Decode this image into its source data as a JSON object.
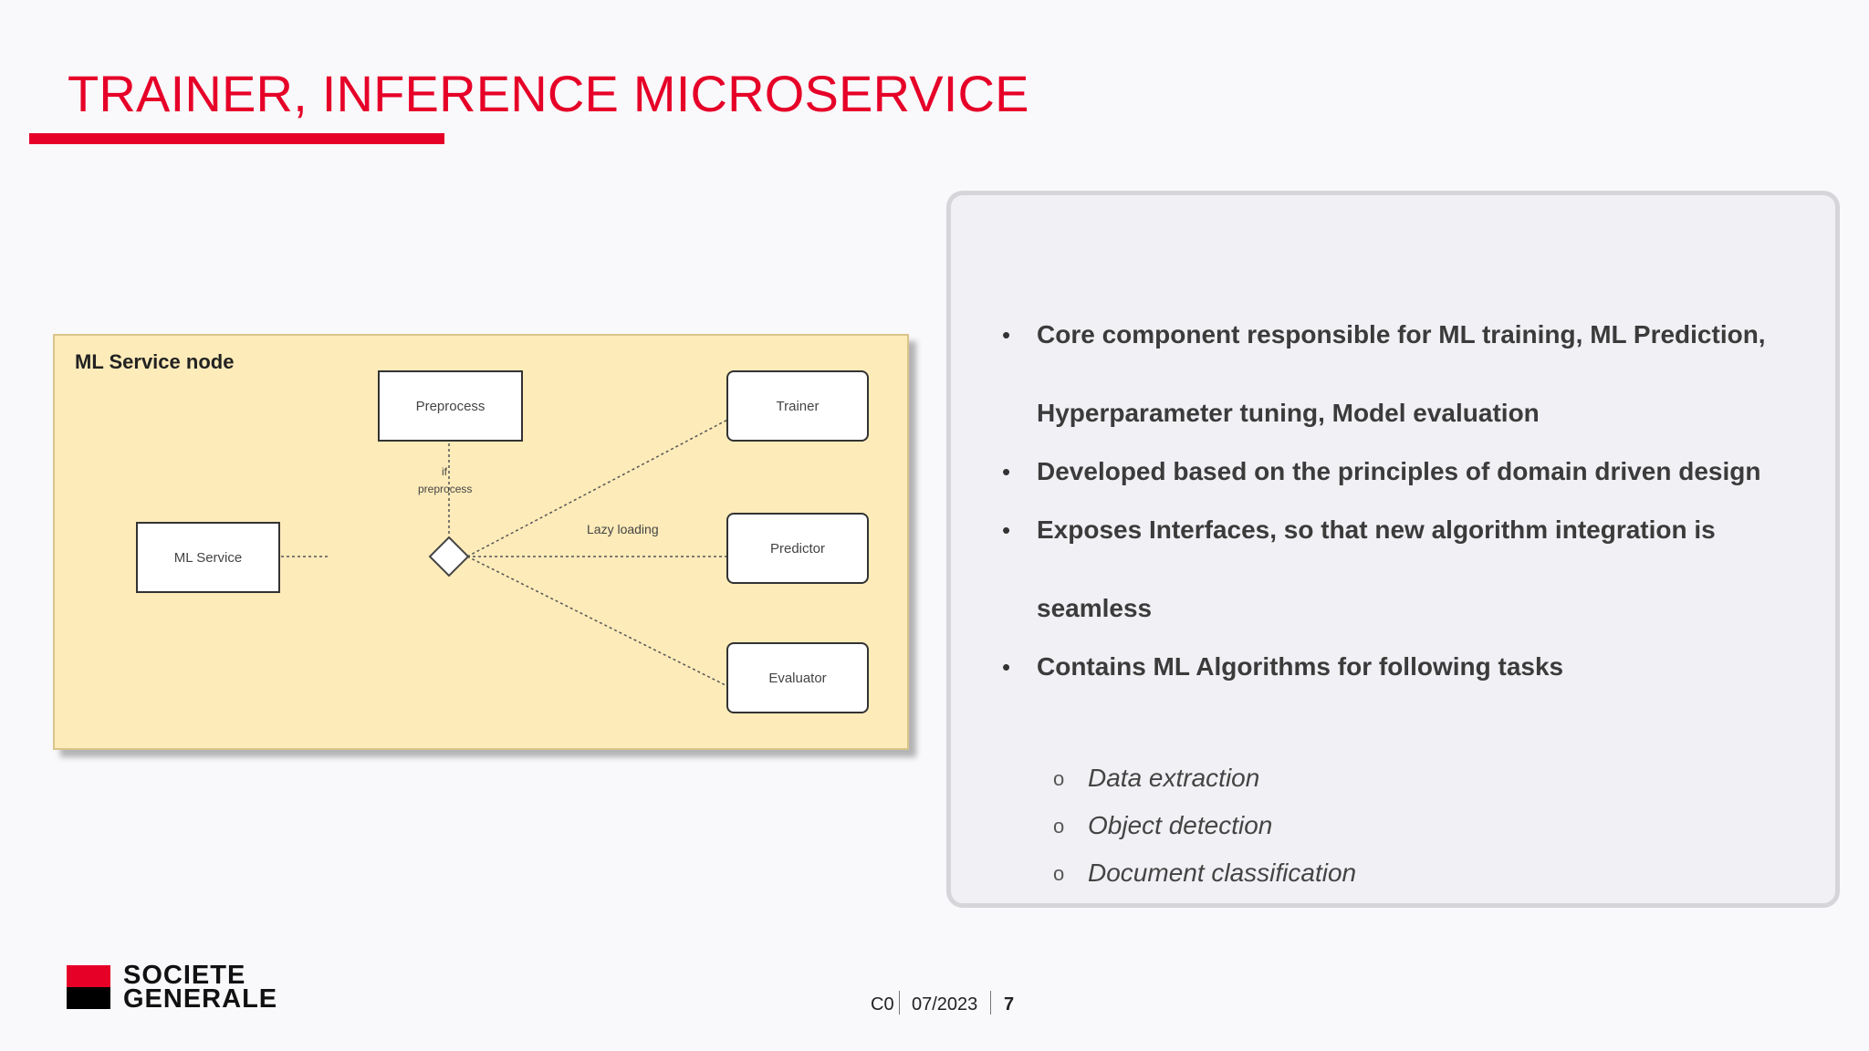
{
  "slide": {
    "title": "TRAINER, INFERENCE MICROSERVICE"
  },
  "diagram": {
    "node_title": "ML Service node",
    "boxes": {
      "ml_service": "ML Service",
      "preprocess": "Preprocess",
      "trainer": "Trainer",
      "predictor": "Predictor",
      "evaluator": "Evaluator"
    },
    "labels": {
      "if": "if",
      "preprocess": "preprocess",
      "lazy_loading": "Lazy loading"
    },
    "colors": {
      "background": "#fdebb9",
      "box_border": "#333333"
    }
  },
  "panel": {
    "bullets": [
      {
        "lines": [
          "Core component responsible for ML training, ML Prediction,",
          "Hyperparameter tuning, Model evaluation"
        ]
      },
      {
        "lines": [
          "Developed based on the principles of domain driven design"
        ]
      },
      {
        "lines": [
          "Exposes Interfaces, so that new algorithm integration is",
          "seamless"
        ]
      },
      {
        "lines": [
          "Contains ML Algorithms for following tasks"
        ]
      }
    ],
    "sub_bullets": [
      "Data extraction",
      "Object detection",
      "Document classification"
    ],
    "bullet_glyph": "•",
    "sub_glyph": "o"
  },
  "footer": {
    "brand_line1": "SOCIETE",
    "brand_line2": "GENERALE",
    "classification": "C0",
    "date": "07/2023",
    "page": "7"
  },
  "colors": {
    "accent": "#e60028"
  }
}
